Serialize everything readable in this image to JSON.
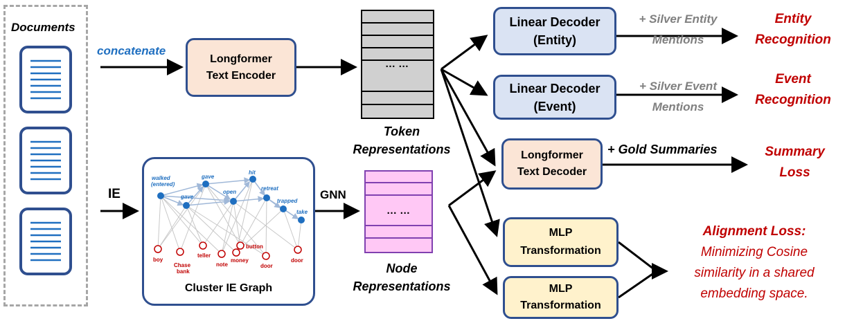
{
  "documents": {
    "label": "Documents"
  },
  "arrows": {
    "concatenate": "concatenate",
    "ie": "IE",
    "gnn": "GNN"
  },
  "encoder": {
    "line1": "Longformer",
    "line2": "Text Encoder"
  },
  "token_stack": {
    "ellipsis": "… …",
    "label1": "Token",
    "label2": "Representations"
  },
  "node_stack": {
    "ellipsis": "… …",
    "label1": "Node",
    "label2": "Representations"
  },
  "graph": {
    "title": "Cluster IE Graph",
    "events": [
      "walked",
      "(entered)",
      "gave",
      "gave",
      "open",
      "hit",
      "retreat",
      "trapped",
      "take"
    ],
    "entities": [
      "boy",
      "Chase",
      "bank",
      "teller",
      "note",
      "money",
      "button",
      "door",
      "door"
    ]
  },
  "entity_decoder": {
    "line1": "Linear Decoder",
    "line2": "(Entity)",
    "supervision1": "+ Silver Entity",
    "supervision2": "Mentions",
    "output1": "Entity",
    "output2": "Recognition"
  },
  "event_decoder": {
    "line1": "Linear Decoder",
    "line2": "(Event)",
    "supervision1": "+ Silver Event",
    "supervision2": "Mentions",
    "output1": "Event",
    "output2": "Recognition"
  },
  "text_decoder": {
    "line1": "Longformer",
    "line2": "Text Decoder",
    "supervision": "+ Gold Summaries",
    "output1": "Summary",
    "output2": "Loss"
  },
  "mlp1": {
    "line1": "MLP",
    "line2": "Transformation"
  },
  "mlp2": {
    "line1": "MLP",
    "line2": "Transformation"
  },
  "alignment": {
    "title": "Alignment Loss:",
    "line1": "Minimizing Cosine",
    "line2": "similarity in a shared",
    "line3": "embedding space."
  },
  "colors": {
    "box_border": "#2f4f8f",
    "encoder_fill": "#fbe5d6",
    "decoder_fill": "#dae3f3",
    "mlp_fill": "#fff2cc",
    "token_fill": "#d0d0d0",
    "node_fill": "#ffc8f5",
    "node_border": "#8040b0",
    "event_node": "#1f6fc0",
    "entity_node": "#c00000",
    "output_red": "#c00000"
  }
}
